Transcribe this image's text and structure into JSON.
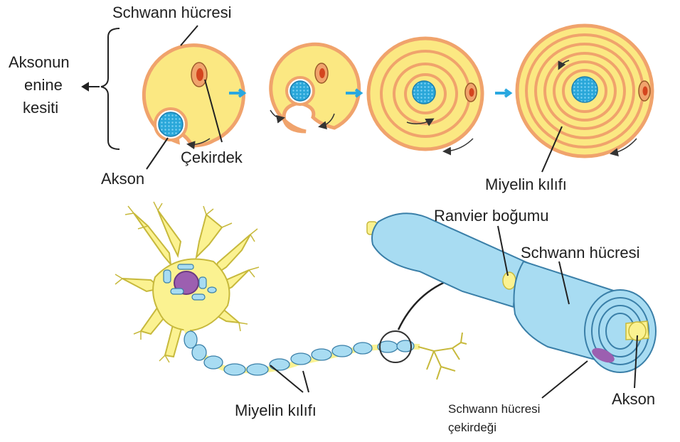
{
  "labels": {
    "schwann_top": "Schwann hücresi",
    "aksonun_1": "Aksonun",
    "aksonun_2": "enine",
    "aksonun_3": "kesiti",
    "akson_top": "Akson",
    "cekirdek": "Çekirdek",
    "miyelin_top": "Miyelin kılıfı",
    "ranvier": "Ranvier boğumu",
    "schwann_right": "Schwann hücresi",
    "miyelin_bottom": "Miyelin kılıfı",
    "schwann_nucleus_1": "Schwann hücresi",
    "schwann_nucleus_2": "çekirdeği",
    "akson_right": "Akson"
  },
  "colors": {
    "schwann_cytoplasm": "#fbe882",
    "schwann_membrane": "#f0a36c",
    "axon": "#2aa7d9",
    "myelin_blue": "#a8dcf2",
    "nucleus_purple": "#9c5fb0",
    "arrow_cyan": "#29a8e0"
  }
}
